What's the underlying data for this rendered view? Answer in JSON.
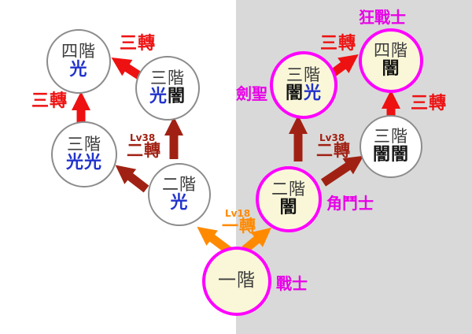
{
  "palette": {
    "background_right": "#d9d9d9",
    "chosen_border": "#ff00ff",
    "chosen_fill": "#faf7d8",
    "plain_border": "#8c8c8c",
    "light_element_blue": "#2233cc",
    "dark_element_black": "#141414",
    "job_magenta": "#e800e8",
    "first_transfer_orange": "#ff8a00",
    "second_transfer_darkred": "#a02113",
    "third_transfer_red": "#ee1111"
  },
  "nodes": {
    "t1": {
      "rank": "一階",
      "job": "戰士"
    },
    "t2_light": {
      "rank": "二階",
      "el1": "光"
    },
    "t2_dark": {
      "rank": "二階",
      "el1": "闇",
      "job": "角鬥士"
    },
    "t3_ll": {
      "rank": "三階",
      "el1": "光光"
    },
    "t3_ld": {
      "rank": "三階",
      "el1": "光",
      "el2": "闇"
    },
    "t3_dl": {
      "rank": "三階",
      "el1": "闇",
      "el2": "光",
      "job": "劍聖"
    },
    "t3_dd": {
      "rank": "三階",
      "el1": "闇闇"
    },
    "t4_light": {
      "rank": "四階",
      "el1": "光"
    },
    "t4_dark": {
      "rank": "四階",
      "el1": "闇",
      "job": "狂戰士"
    }
  },
  "transfers": {
    "first": {
      "level": "Lv18",
      "label": "一轉"
    },
    "second": {
      "level": "Lv38",
      "label": "二轉"
    },
    "third": {
      "label": "三轉"
    }
  }
}
